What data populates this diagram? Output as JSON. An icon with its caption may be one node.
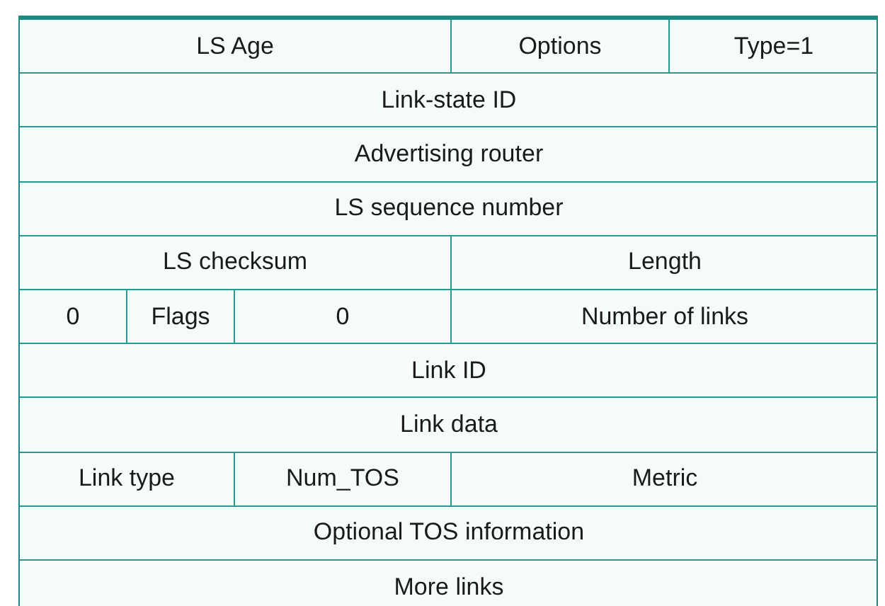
{
  "diagram": {
    "labels": [
      "LS Age",
      "Options",
      "Type=1",
      "Link-state ID",
      "Advertising router",
      "LS sequence number",
      "LS checksum",
      "Length",
      "0",
      "Flags",
      "0",
      "Number of links",
      "Link ID",
      "Link data",
      "Link type",
      "Num_TOS",
      "Metric",
      "Optional TOS information",
      "More links"
    ]
  }
}
